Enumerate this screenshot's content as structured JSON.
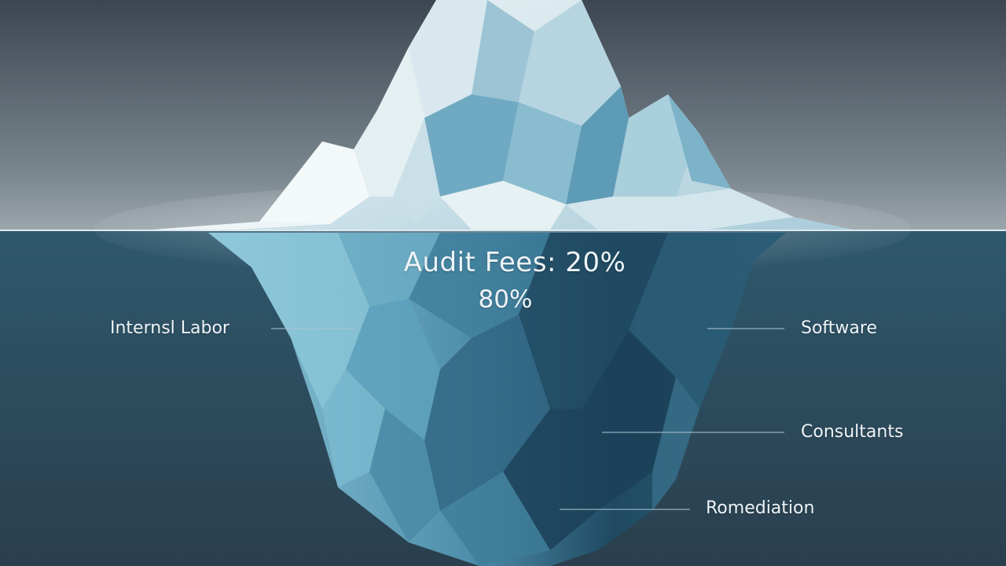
{
  "figure": {
    "headline": "Audit Fees: 20%",
    "hidden_share": "80%",
    "labels": {
      "internal_labor": "Internsl Labor",
      "software": "Software",
      "consultants": "Consultants",
      "remediation": "Romediation"
    }
  },
  "colors": {
    "sky_top": "#3b4650",
    "sky_bottom": "#98a3aa",
    "water_top": "#2c5368",
    "water_bottom": "#2a3e4c",
    "ice_light": "#e6f0f2",
    "ice_mid": "#7fb4c9",
    "ice_deep": "#245068",
    "leader_line": "#a9c3cf"
  }
}
